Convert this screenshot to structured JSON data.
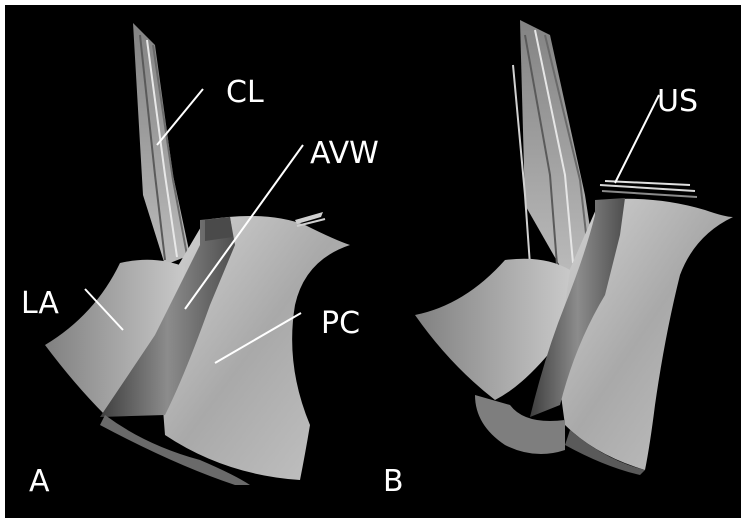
{
  "figure": {
    "panels": [
      {
        "id": "A",
        "label": "A"
      },
      {
        "id": "B",
        "label": "B"
      }
    ],
    "annotations": {
      "cl": "CL",
      "avw": "AVW",
      "la": "LA",
      "pc": "PC",
      "us": "US"
    },
    "colors": {
      "background": "#000000",
      "label": "#ffffff",
      "tissue_light": "#b8b8b8",
      "tissue_dark": "#5a5a5a"
    }
  }
}
